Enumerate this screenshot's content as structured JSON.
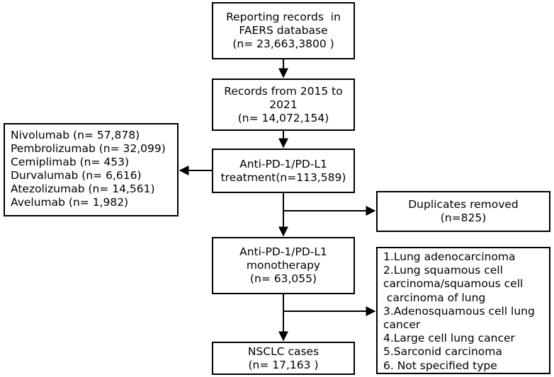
{
  "boxes": {
    "faers": {
      "lines": [
        "Reporting records  in",
        "FAERS database",
        "(n= 23,663,3800 )"
      ]
    },
    "period": {
      "lines": [
        "Records from 2015 to",
        "2021",
        "(n= 14,072,154)"
      ]
    },
    "drugs": {
      "lines": [
        "Nivolumab (n= 57,878)",
        "Pembrolizumab (n= 32,099)",
        "Cemiplimab (n= 453)",
        "Durvalumab (n= 6,616)",
        "Atezolizumab (n= 14,561)",
        "Avelumab (n= 1,982)"
      ]
    },
    "antipd": {
      "lines": [
        "Anti-PD-1/PD-L1",
        "treatment(n=113,589)"
      ]
    },
    "duplicates": {
      "lines": [
        "Duplicates removed",
        "(n=825)"
      ]
    },
    "mono": {
      "lines": [
        "Anti-PD-1/PD-L1",
        "monotherapy",
        "(n= 63,055)"
      ]
    },
    "histology": {
      "lines": [
        "1.Lung adenocarcinoma",
        "2.Lung squamous cell",
        "carcinoma/squamous cell",
        " carcinoma of lung",
        "3.Adenosquamous cell lung",
        "cancer",
        "4.Large cell lung cancer",
        "5.Sarconid carcinoma",
        "6. Not specified type"
      ]
    },
    "nsclc": {
      "lines": [
        "NSCLC cases",
        "(n= 17,163 )"
      ]
    }
  }
}
